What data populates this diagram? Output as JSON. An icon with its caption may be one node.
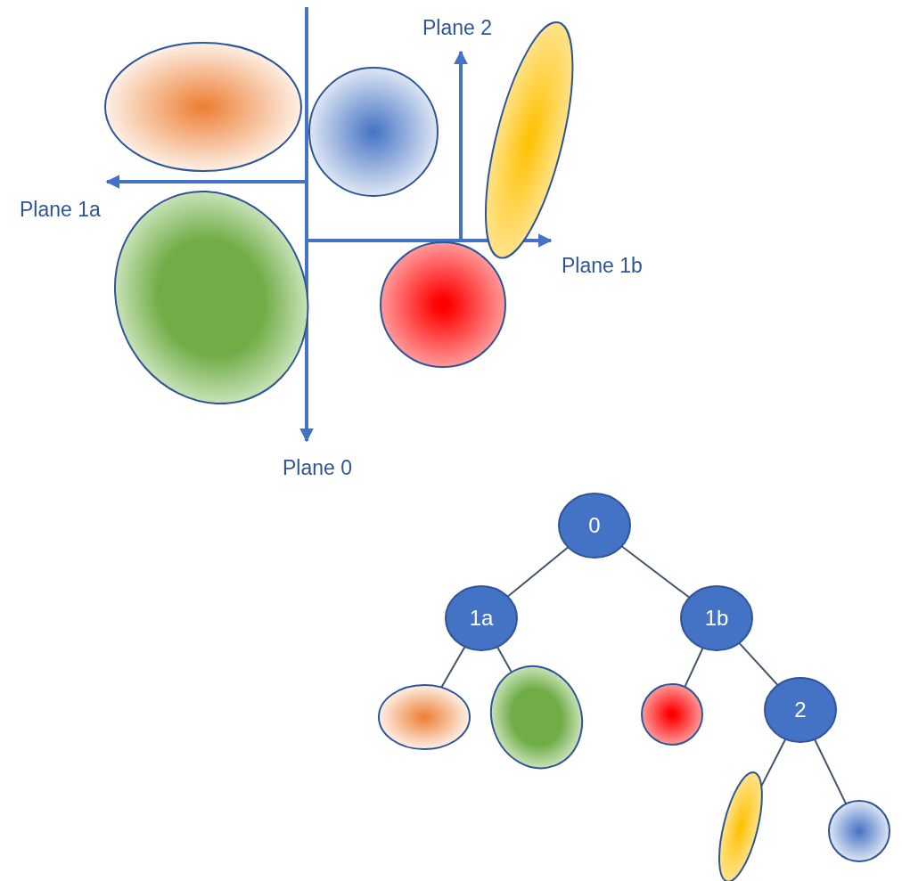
{
  "diagram": {
    "nodes": [
      {
        "text": [],
        "shape": "ellipse"
      },
      {
        "text": [],
        "shape": "circle"
      },
      {
        "text": [],
        "shape": "ellipse"
      },
      {
        "text": [],
        "shape": "ellipse"
      },
      {
        "text": [],
        "shape": "circle"
      },
      {
        "text": [
          "0"
        ]
      },
      {
        "text": [
          "1a"
        ]
      },
      {
        "text": [
          "1b"
        ]
      },
      {
        "text": [],
        "shape": "ellipse"
      },
      {
        "text": [],
        "shape": "ellipse"
      },
      {
        "text": [],
        "shape": "circle"
      },
      {
        "text": [
          "2"
        ]
      },
      {
        "text": [],
        "shape": "ellipse"
      },
      {
        "text": [],
        "shape": "circle"
      }
    ],
    "edges": [
      {
        "from": 5,
        "to": 6,
        "arrow": "none"
      },
      {
        "from": 5,
        "to": 7,
        "arrow": "none"
      },
      {
        "from": 6,
        "to": 8,
        "arrow": "none"
      },
      {
        "from": 6,
        "to": 9,
        "arrow": "none"
      },
      {
        "from": 7,
        "to": 10,
        "arrow": "none"
      },
      {
        "from": 7,
        "to": 11,
        "arrow": "none"
      },
      {
        "from": 11,
        "to": 12,
        "arrow": "none"
      },
      {
        "from": 11,
        "to": 13,
        "arrow": "none"
      }
    ],
    "labels": [
      "Plane 2",
      "Plane 1a",
      "Plane 1b",
      "Plane 0"
    ]
  }
}
